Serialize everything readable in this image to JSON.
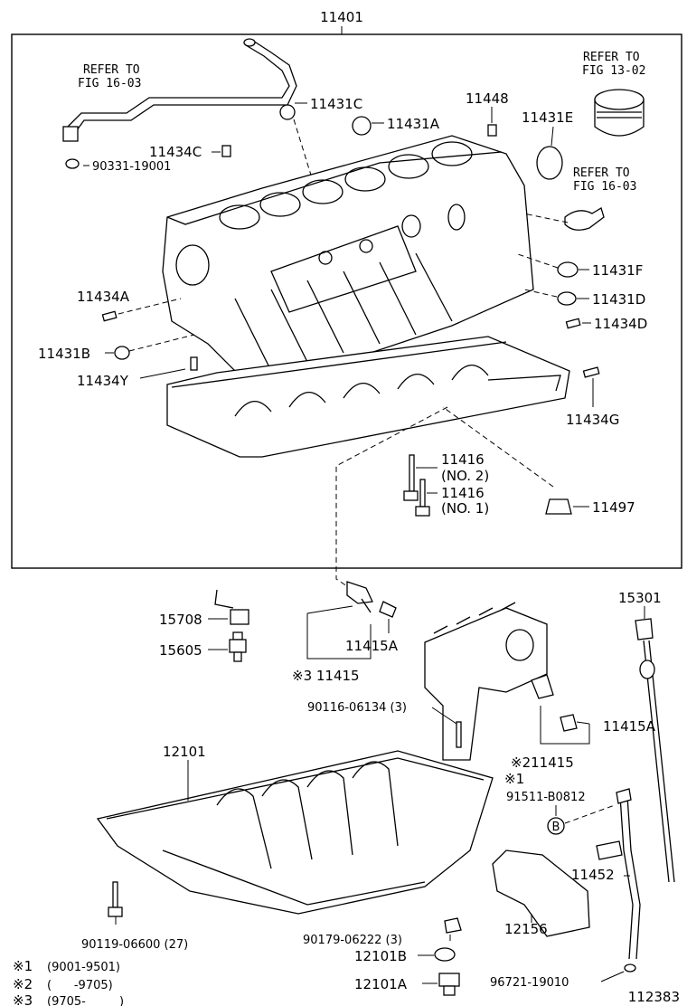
{
  "labels": {
    "main_assembly": "11401",
    "refer_16_03_a_line1": "REFER TO",
    "refer_16_03_a_line2": "FIG 16-03",
    "refer_13_02_line1": "REFER TO",
    "refer_13_02_line2": "FIG 13-02",
    "refer_16_03_b_line1": "REFER TO",
    "refer_16_03_b_line2": "FIG 16-03",
    "p11431C": "11431C",
    "p11431A": "11431A",
    "p11448": "11448",
    "p11431E": "11431E",
    "p11434C": "11434C",
    "p90331": "90331-19001",
    "p11431F": "11431F",
    "p11431D": "11431D",
    "p11434D": "11434D",
    "p11434A": "11434A",
    "p11431B": "11431B",
    "p11434Y": "11434Y",
    "p11434G": "11434G",
    "p11416_no2": "11416",
    "p11416_no2_sub": "(NO. 2)",
    "p11416_no1": "11416",
    "p11416_no1_sub": "(NO. 1)",
    "p11497": "11497",
    "p15708": "15708",
    "p15605": "15605",
    "p11415A_left": "11415A",
    "p11415_left": "※3 11415",
    "p15301": "15301",
    "p90116": "90116-06134 (3)",
    "p11415A_right": "11415A",
    "p11415_right": "※211415",
    "p12101": "12101",
    "p91511_mark": "※1",
    "p91511": "91511-B0812",
    "b_marker": "B",
    "p11452": "11452",
    "p90119": "90119-06600 (27)",
    "p90179": "90179-06222 (3)",
    "p12101B": "12101B",
    "p12156": "12156",
    "p12101A": "12101A",
    "p96721": "96721-19010",
    "figure_number": "112383"
  },
  "notes": [
    {
      "mark": "※1",
      "text": "(9001-9501)"
    },
    {
      "mark": "※2",
      "text": "(      -9705)"
    },
    {
      "mark": "※3",
      "text": "(9705-         )"
    }
  ]
}
